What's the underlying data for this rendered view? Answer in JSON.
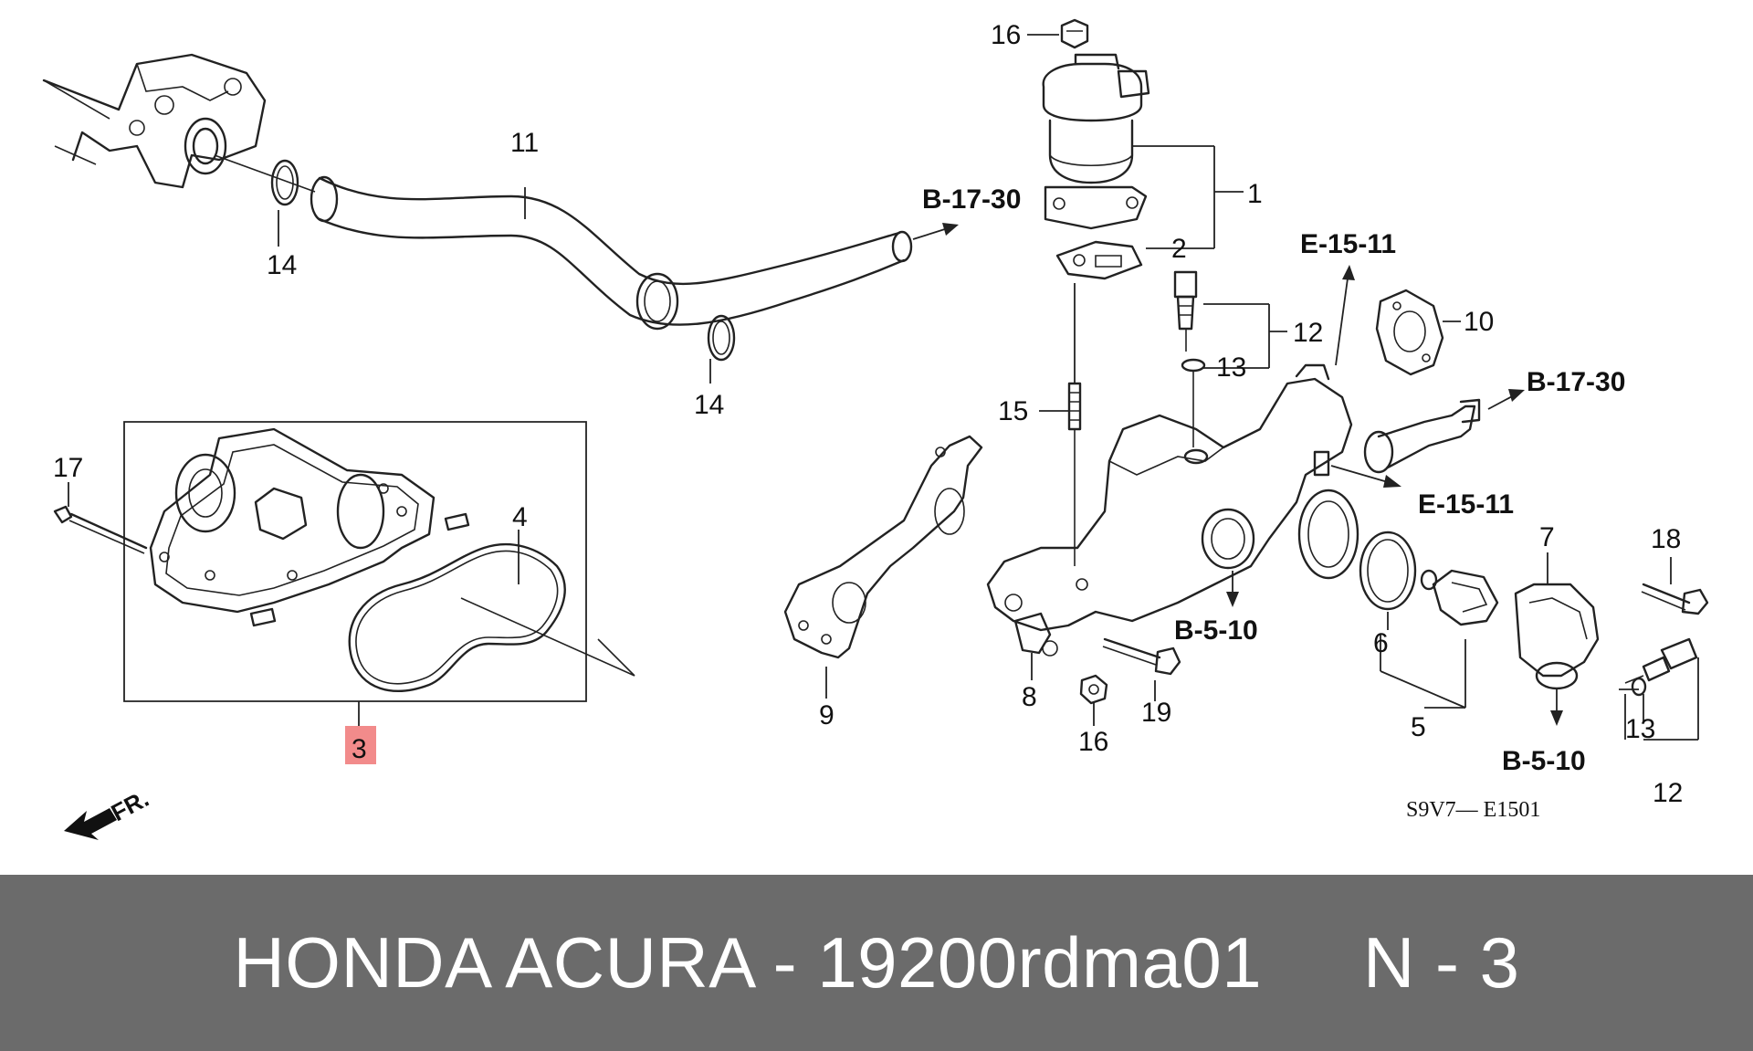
{
  "diagram": {
    "part_numbers": {
      "p1": "1",
      "p2": "2",
      "p3": "3",
      "p4": "4",
      "p5": "5",
      "p6": "6",
      "p7": "7",
      "p8": "8",
      "p9": "9",
      "p10": "10",
      "p11": "11",
      "p12a": "12",
      "p12b": "12",
      "p13a": "13",
      "p13b": "13",
      "p14a": "14",
      "p14b": "14",
      "p15": "15",
      "p16a": "16",
      "p16b": "16",
      "p17": "17",
      "p18": "18",
      "p19": "19"
    },
    "references": {
      "b1730_top": "B-17-30",
      "b1730_right": "B-17-30",
      "e1511_top": "E-15-11",
      "e1511_right": "E-15-11",
      "b510_center": "B-5-10",
      "b510_right": "B-5-10"
    },
    "figure_code": "S9V7— E1501",
    "front_label": "FR.",
    "highlight_color": "#f28b8b"
  },
  "footer": {
    "text": "HONDA ACURA - 19200rdma01     N - 3"
  }
}
